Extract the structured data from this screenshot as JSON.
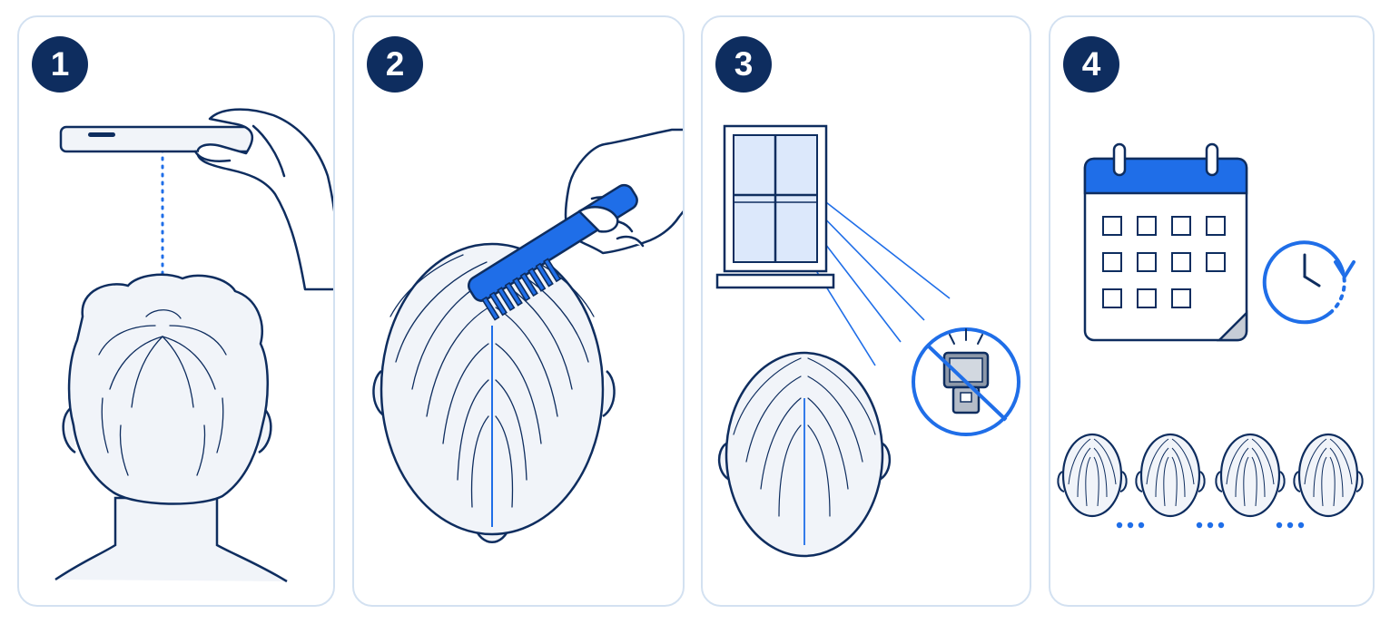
{
  "steps": [
    {
      "number": "1"
    },
    {
      "number": "2"
    },
    {
      "number": "3"
    },
    {
      "number": "4"
    }
  ],
  "icons": {
    "step1": [
      "phone-icon",
      "hand-icon",
      "head-back-icon"
    ],
    "step2": [
      "comb-icon",
      "hand-icon",
      "scalp-top-icon"
    ],
    "step3": [
      "window-icon",
      "scalp-top-icon",
      "no-flash-icon"
    ],
    "step4": [
      "calendar-icon",
      "clock-repeat-icon",
      "scalp-series-icon",
      "ellipsis-icon"
    ]
  },
  "colors": {
    "navy": "#0e2d5f",
    "accent": "#1f6ee8",
    "panel_border": "#d3e1f1",
    "fill_light": "#f1f4f9",
    "window_glass": "#dce8fb"
  }
}
